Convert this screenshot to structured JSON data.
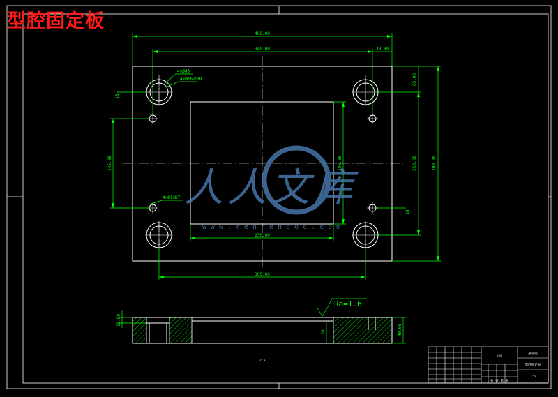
{
  "drawing": {
    "title": "型腔固定板",
    "watermark": {
      "brand": "人人文库",
      "url": "www.renrendoc.com"
    },
    "colors": {
      "background": "#000000",
      "outline": "#ffffff",
      "dimension": "#00ff00",
      "title": "#ff1a1a",
      "watermark": "#4a7fb5"
    },
    "top_view": {
      "dim_overall_width": "400.00",
      "dim_hole_spacing": "340.00",
      "dim_edge_offset": "30.00",
      "dim_right_top": "65.00",
      "dim_overall_height": "300.00",
      "dim_hole_vertical": "250.00",
      "dim_pocket_width": "230.00",
      "dim_pocket_height": "180.00",
      "dim_left_vertical": "145.00",
      "dim_bottom_hole_span": "300.00",
      "dim_small_left": "18",
      "dim_small_right": "18",
      "note_counterbore": "4×Ø45",
      "note_thread": "4×M16深38",
      "note_pin": "4×Ø12H7"
    },
    "section_view": {
      "surface_finish": "Ra=1.6",
      "dim_left_height": "18.00",
      "dim_step": "20",
      "dim_right_height": "40.00",
      "scale_note": "1:5"
    },
    "title_block": {
      "part_name": "型腔固定板",
      "school": "某学院",
      "material": "Y20",
      "scale": "1:5",
      "sheet": "共 张 第 张"
    }
  }
}
